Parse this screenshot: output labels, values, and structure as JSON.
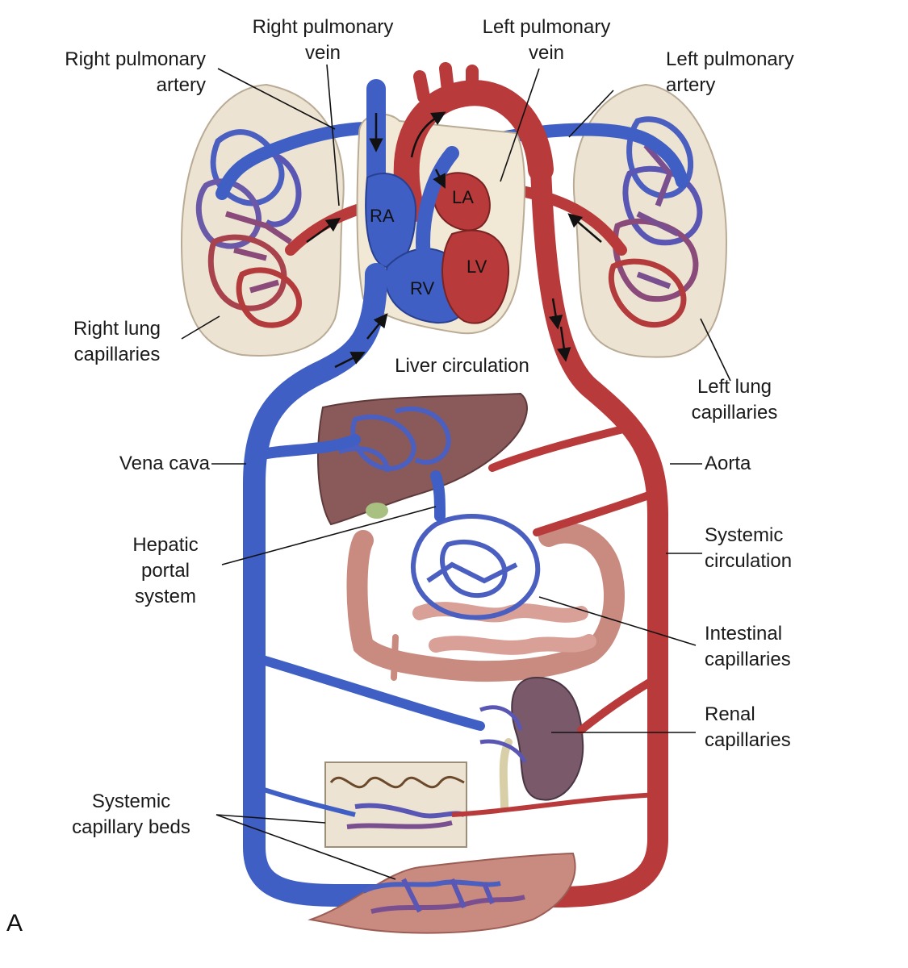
{
  "panel_letter": "A",
  "chambers": {
    "ra": "RA",
    "la": "LA",
    "rv": "RV",
    "lv": "LV"
  },
  "labels": {
    "right_pulmonary_vein": [
      "Right pulmonary",
      "vein"
    ],
    "left_pulmonary_vein": [
      "Left pulmonary",
      "vein"
    ],
    "right_pulmonary_artery": [
      "Right pulmonary",
      "artery"
    ],
    "left_pulmonary_artery": [
      "Left pulmonary",
      "artery"
    ],
    "right_lung_capillaries": [
      "Right lung",
      "capillaries"
    ],
    "left_lung_capillaries": [
      "Left lung",
      "capillaries"
    ],
    "liver_circulation": "Liver circulation",
    "vena_cava": "Vena cava",
    "aorta": "Aorta",
    "hepatic_portal_system": [
      "Hepatic",
      "portal",
      "system"
    ],
    "systemic_circulation": [
      "Systemic",
      "circulation"
    ],
    "intestinal_capillaries": [
      "Intestinal",
      "capillaries"
    ],
    "renal_capillaries": [
      "Renal",
      "capillaries"
    ],
    "systemic_capillary_beds": [
      "Systemic",
      "capillary beds"
    ]
  },
  "colors": {
    "venous": "#3f5fc4",
    "arterial": "#b83a3a",
    "lung_tissue": "#ede3d2",
    "liver": "#8a5a5a",
    "intestine": "#c98a80",
    "kidney": "#7a5a6a"
  }
}
